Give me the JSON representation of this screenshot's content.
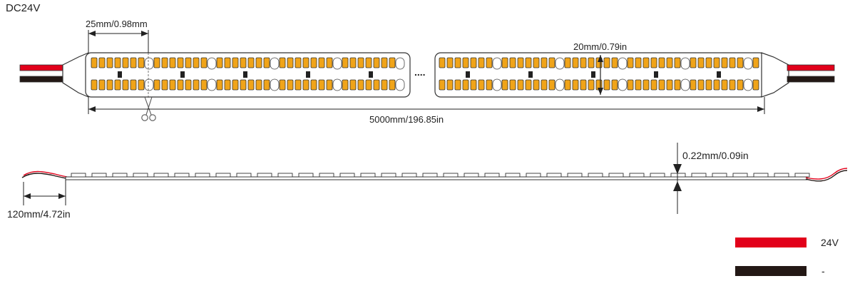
{
  "header": {
    "voltage": "DC24V"
  },
  "dimensions": {
    "cut_pitch": "25mm/0.98mm",
    "width": "20mm/0.79in",
    "length": "5000mm/196.85in",
    "thickness": "0.22mm/0.09in",
    "lead_length": "120mm/4.72in"
  },
  "gap_marker": "....",
  "legend": {
    "positive": "24V",
    "negative": "-"
  },
  "colors": {
    "red_wire": "#e2001a",
    "black_wire": "#231815",
    "led_amber": "#f0a419",
    "outline": "#333333"
  },
  "icons": {
    "cut_mark": "scissors-icon"
  }
}
